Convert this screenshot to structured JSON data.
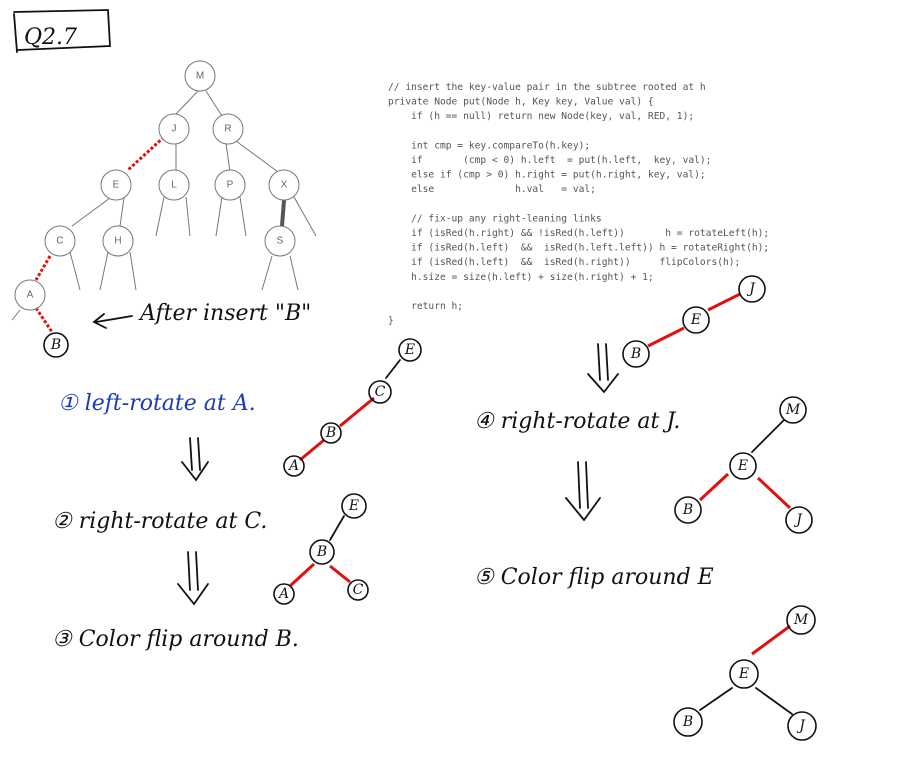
{
  "page_label": "Q2.7",
  "orig_tree": {
    "nodes": [
      "M",
      "J",
      "R",
      "E",
      "L",
      "P",
      "X",
      "C",
      "H",
      "S",
      "A"
    ],
    "inserted": "B"
  },
  "annotation_after_insert": "After insert \"B\"",
  "code": {
    "lines": [
      "// insert the key-value pair in the subtree rooted at h",
      "private Node put(Node h, Key key, Value val) {",
      "    if (h == null) return new Node(key, val, RED, 1);",
      "",
      "    int cmp = key.compareTo(h.key);",
      "    if       (cmp < 0) h.left  = put(h.left,  key, val);",
      "    else if (cmp > 0) h.right = put(h.right, key, val);",
      "    else              h.val   = val;",
      "",
      "    // fix-up any right-leaning links",
      "    if (isRed(h.right) && !isRed(h.left))       h = rotateLeft(h);",
      "    if (isRed(h.left)  &&  isRed(h.left.left)) h = rotateRight(h);",
      "    if (isRed(h.left)  &&  isRed(h.right))     flipColors(h);",
      "    h.size = size(h.left) + size(h.right) + 1;",
      "",
      "    return h;",
      "}"
    ]
  },
  "steps": {
    "s1": "① left-rotate at A.",
    "s2": "② right-rotate at C.",
    "s3": "③ Color flip around B.",
    "s4": "④ right-rotate at J.",
    "s5": "⑤ Color flip around E"
  },
  "sketches": {
    "s1_nodes": [
      "E",
      "C",
      "B",
      "A"
    ],
    "s2_nodes": [
      "E",
      "B",
      "A",
      "C"
    ],
    "top_right_nodes": [
      "J",
      "E",
      "B"
    ],
    "s4_nodes": [
      "M",
      "E",
      "B",
      "J"
    ],
    "s5_nodes": [
      "M",
      "E",
      "B",
      "J"
    ]
  },
  "colors": {
    "red_link": "#e01010",
    "ink": "#111111",
    "blue_ink": "#1a3cb8",
    "print_gray": "#777777"
  }
}
